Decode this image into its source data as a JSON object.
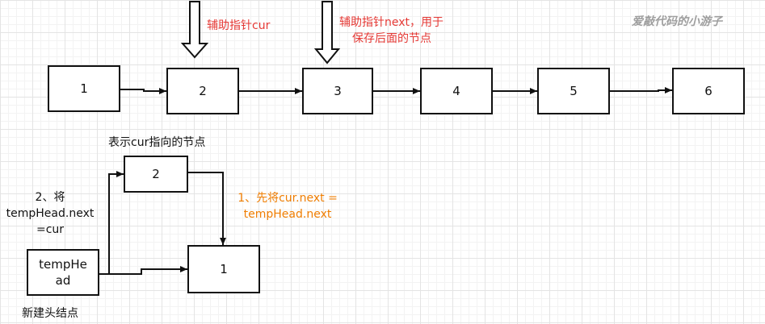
{
  "watermark": "爱敲代码的小游子",
  "top_list": {
    "nodes": [
      "1",
      "2",
      "3",
      "4",
      "5",
      "6"
    ],
    "cur_pointer_label": "辅助指针cur",
    "next_pointer_label_line1": "辅助指针next，用于",
    "next_pointer_label_line2": "保存后面的节点"
  },
  "bottom": {
    "cur_node_caption": "表示cur指向的节点",
    "cur_node_value": "2",
    "target_node_value": "1",
    "temp_head_line1": "tempHe",
    "temp_head_line2": "ad",
    "temp_head_caption": "新建头结点",
    "step1_line1": "1、先将cur.next =",
    "step1_line2": "tempHead.next",
    "step2_line1": "2、将",
    "step2_line2": "tempHead.next",
    "step2_line3": "=cur"
  },
  "colors": {
    "pointer_label": "#e53935",
    "step1_text": "#ef7d00",
    "watermark": "#9e9e9e"
  }
}
